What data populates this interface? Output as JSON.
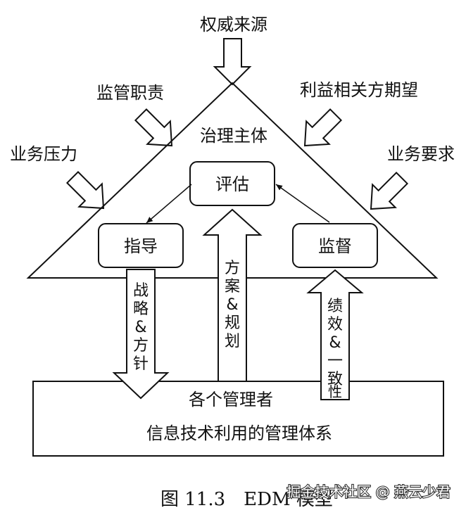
{
  "diagram": {
    "external_inputs": {
      "authority_source": "权威来源",
      "regulatory_duty": "监管职责",
      "stakeholder_expectation": "利益相关方期望",
      "business_pressure": "业务压力",
      "business_requirement": "业务要求"
    },
    "governance_body": "治理主体",
    "boxes": {
      "evaluate": "评估",
      "direct": "指导",
      "monitor": "监督"
    },
    "arrows": {
      "strategy_policy": [
        "战",
        "略",
        "&",
        "方",
        "针"
      ],
      "plan_planning": [
        "方",
        "案",
        "&",
        "规",
        "划"
      ],
      "performance_conformance": [
        "绩",
        "效",
        "&",
        "一",
        "致",
        "性"
      ]
    },
    "management": {
      "managers": "各个管理者",
      "it_system": "信息技术利用的管理体系"
    },
    "caption": "图 11.3　EDM 模型",
    "watermark": "掘金技术社区 @ 燕云少君"
  }
}
